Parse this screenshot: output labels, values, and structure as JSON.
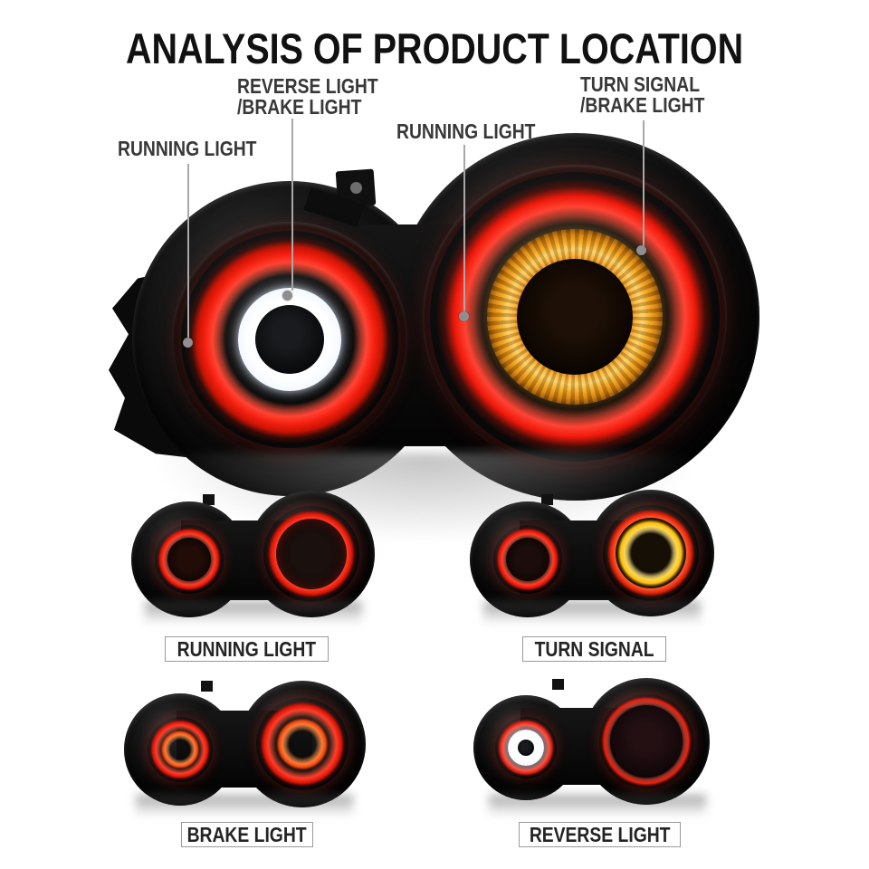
{
  "title": "ANALYSIS OF PRODUCT LOCATION",
  "callouts": {
    "running_left": {
      "line1": "RUNNING LIGHT"
    },
    "reverse_brake": {
      "line1": "REVERSE LIGHT",
      "line2": "/BRAKE LIGHT"
    },
    "running_center": {
      "line1": "RUNNING LIGHT"
    },
    "turn_brake": {
      "line1": "TURN SIGNAL",
      "line2": "/BRAKE LIGHT"
    }
  },
  "thumbnails": {
    "running": {
      "caption": "RUNNING LIGHT"
    },
    "turn": {
      "caption": "TURN SIGNAL"
    },
    "brake": {
      "caption": "BRAKE LIGHT"
    },
    "reverse": {
      "caption": "REVERSE LIGHT"
    }
  },
  "colors": {
    "background": "#ffffff",
    "housing_black": "#0a0a0a",
    "red_ring": "#f52010",
    "amber_ring": "#ffb335",
    "yellow_ring": "#ffd84a",
    "white_ring": "#ffffff",
    "title_text": "#111111",
    "label_text": "#383838",
    "callout_line": "#a8a8a8",
    "caption_border": "#9a9a9a"
  }
}
